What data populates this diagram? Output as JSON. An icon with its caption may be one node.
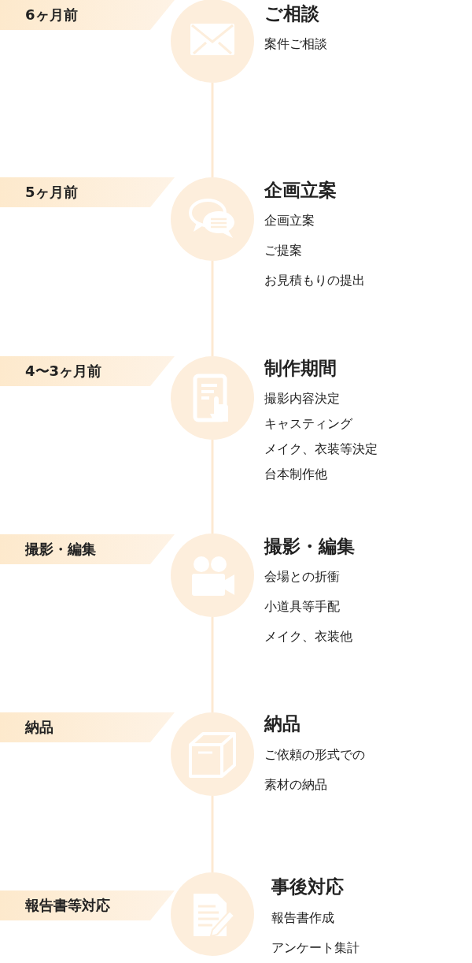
{
  "diagram": {
    "nodes": [
      {
        "text": [
          "6ヶ月前"
        ]
      },
      {
        "text": [],
        "shape": "circle",
        "beside": [
          "ご相談",
          "案件ご相談"
        ]
      },
      {
        "text": [
          "5ヶ月前"
        ]
      },
      {
        "text": [],
        "shape": "circle",
        "beside": [
          "企画立案",
          "企画立案",
          "ご提案",
          "お見積もりの提出"
        ]
      },
      {
        "text": [
          "4〜3ヶ月前"
        ]
      },
      {
        "text": [],
        "shape": "circle",
        "beside": [
          "制作期間",
          "撮影内容決定",
          "キャスティング",
          "メイク、衣装等決定",
          "台本制作他"
        ]
      },
      {
        "text": [
          "撮影・編集"
        ]
      },
      {
        "text": [],
        "shape": "circle",
        "beside": [
          "撮影・編集",
          "会場との折衝",
          "小道具等手配",
          "メイク、衣装他"
        ]
      },
      {
        "text": [
          "納品"
        ]
      },
      {
        "text": [],
        "shape": "circle",
        "beside": [
          "納品",
          "ご依頼の形式での",
          "素材の納品"
        ]
      },
      {
        "text": [
          "報告書等対応"
        ]
      },
      {
        "text": [],
        "shape": "circle",
        "beside": [
          "事後対応",
          "報告書作成",
          "アンケート集計"
        ]
      }
    ],
    "edges": [
      {
        "from": 1,
        "to": 3,
        "arrow": "none"
      },
      {
        "from": 3,
        "to": 5,
        "arrow": "none"
      },
      {
        "from": 5,
        "to": 7,
        "arrow": "none"
      },
      {
        "from": 7,
        "to": 9,
        "arrow": "none"
      },
      {
        "from": 9,
        "to": 11,
        "arrow": "none"
      }
    ]
  }
}
